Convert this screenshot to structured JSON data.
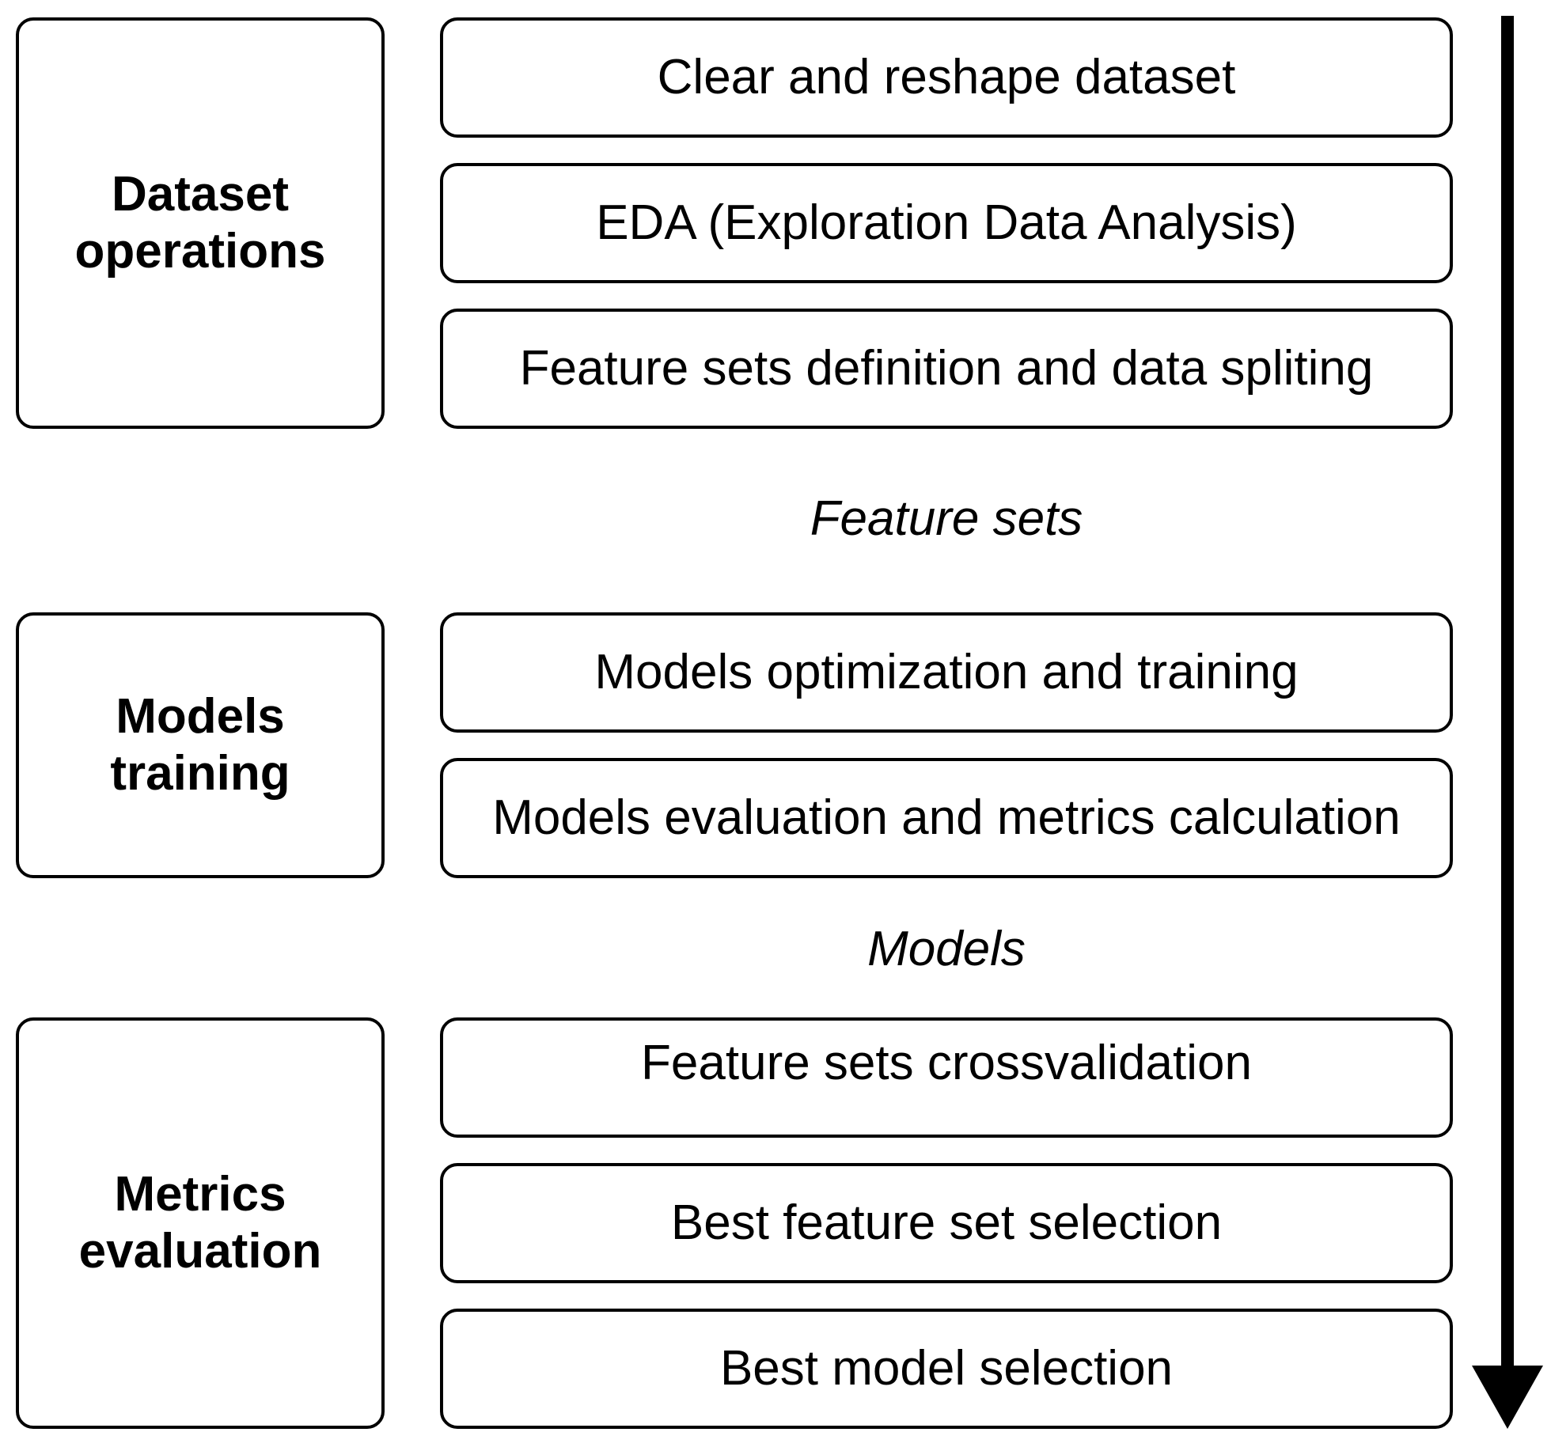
{
  "groups": [
    {
      "label": "Dataset operations"
    },
    {
      "label": "Models training"
    },
    {
      "label": "Metrics evaluation"
    }
  ],
  "steps": [
    {
      "label": "Clear and reshape dataset"
    },
    {
      "label": "EDA (Exploration Data Analysis)"
    },
    {
      "label": "Feature sets definition and data spliting"
    },
    {
      "label": "Models optimization and training"
    },
    {
      "label": "Models evaluation and metrics calculation"
    },
    {
      "label": "Feature sets crossvalidation"
    },
    {
      "label": "Best feature set selection"
    },
    {
      "label": "Best model selection"
    }
  ],
  "connectors": [
    {
      "label": "Feature sets"
    },
    {
      "label": "Models"
    }
  ],
  "arrow": {
    "direction": "down",
    "color": "#000000"
  }
}
